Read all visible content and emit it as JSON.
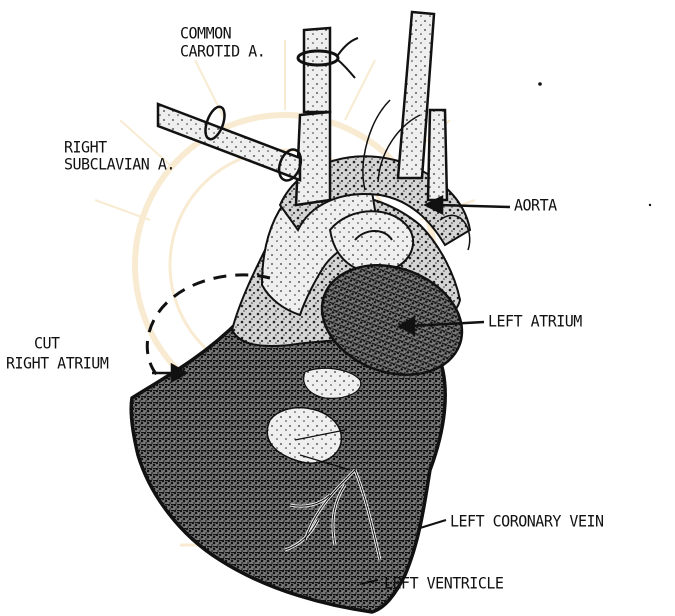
{
  "labels": {
    "common_carotid_line1": "COMMON",
    "common_carotid_line2": "CAROTID A.",
    "right_subclavian_line1": "RIGHT",
    "right_subclavian_line2": "SUBCLAVIAN A.",
    "aorta": "AORTA",
    "left_atrium": "LEFT ATRIUM",
    "cut_right_atrium_line1": "CUT",
    "cut_right_atrium_line2": "RIGHT ATRIUM",
    "left_coronary_vein": "LEFT CORONARY VEIN",
    "left_ventricle": "LEFT VENTRICLE"
  },
  "colors": {
    "ink": "#111111",
    "watermark": "#e8b860"
  }
}
